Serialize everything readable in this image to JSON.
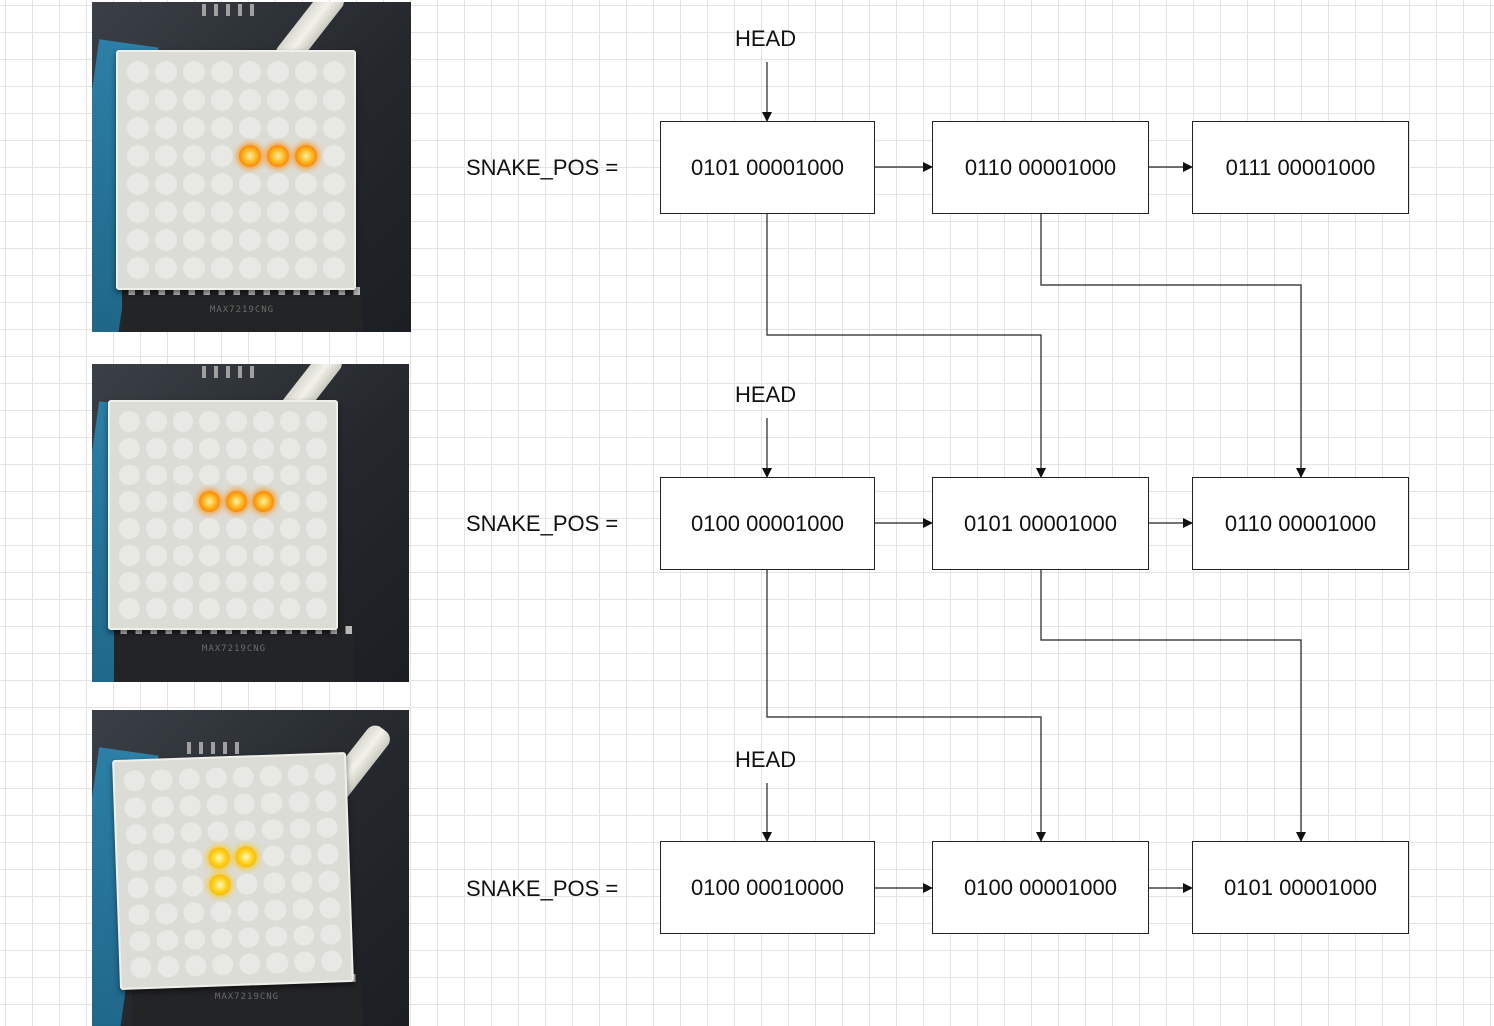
{
  "head_label": "HEAD",
  "snake_pos_label": "SNAKE_POS =",
  "chip_marking": "MAX7219CNG",
  "rows": [
    {
      "nodes": [
        "0101 00001000",
        "0110 00001000",
        "0111 00001000"
      ],
      "lit_leds": [
        [
          3,
          4
        ],
        [
          3,
          5
        ],
        [
          3,
          6
        ]
      ]
    },
    {
      "nodes": [
        "0100 00001000",
        "0101 00001000",
        "0110 00001000"
      ],
      "lit_leds": [
        [
          3,
          3
        ],
        [
          3,
          4
        ],
        [
          3,
          5
        ]
      ]
    },
    {
      "nodes": [
        "0100 00010000",
        "0100 00001000",
        "0101 00001000"
      ],
      "lit_leds": [
        [
          3,
          3
        ],
        [
          3,
          4
        ],
        [
          4,
          3
        ]
      ]
    }
  ]
}
